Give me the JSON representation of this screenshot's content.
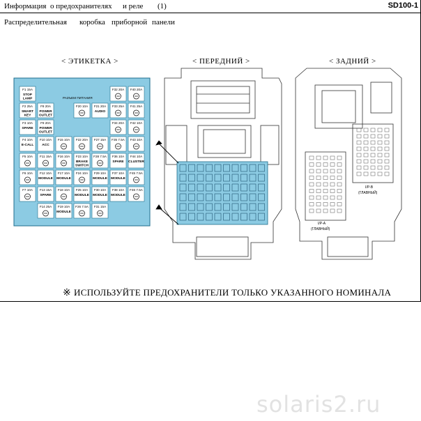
{
  "header": {
    "part1": "Информация",
    "part2": "о предохранителях",
    "part3": "и реле",
    "part4": "(1)",
    "code": "SD100-1"
  },
  "subtitle": {
    "w1": "Распределительная",
    "w2": "коробка",
    "w3": "приборной",
    "w4": "панели"
  },
  "sections": {
    "label": "< ЭТИКЕТКА >",
    "front": "< ПЕРЕДНИЙ >",
    "rear": "< ЗАДНИЙ >"
  },
  "label_panel": {
    "power_connector": "РАЗЪЕМ ПИТАНИЯ",
    "fuses": [
      {
        "col": 0,
        "row": 0,
        "title": "F1 15A",
        "text": "STOP LAMP",
        "kind": "text"
      },
      {
        "col": 0,
        "row": 1,
        "title": "F2 25A",
        "text": "SMART KEY",
        "kind": "text"
      },
      {
        "col": 0,
        "row": 2,
        "title": "F3 10A",
        "text": "SPARE",
        "kind": "text"
      },
      {
        "col": 0,
        "row": 3,
        "title": "F4 10A",
        "text": "E-CALL",
        "kind": "text"
      },
      {
        "col": 0,
        "row": 4,
        "title": "F5 10A",
        "text": "",
        "kind": "icon"
      },
      {
        "col": 0,
        "row": 5,
        "title": "F6 10A",
        "text": "",
        "kind": "icon"
      },
      {
        "col": 0,
        "row": 6,
        "title": "F7 10A",
        "text": "",
        "kind": "icon"
      },
      {
        "col": 1,
        "row": 1,
        "title": "F8 20A",
        "text": "POWER OUTLET",
        "kind": "text"
      },
      {
        "col": 1,
        "row": 2,
        "title": "F9 20A",
        "text": "POWER OUTLET",
        "kind": "text"
      },
      {
        "col": 1,
        "row": 3,
        "title": "F10 10A",
        "text": "ACC",
        "kind": "text"
      },
      {
        "col": 1,
        "row": 4,
        "title": "F11 15A",
        "text": "",
        "kind": "icon"
      },
      {
        "col": 1,
        "row": 5,
        "title": "F12 10A",
        "text": "MODULE",
        "kind": "text"
      },
      {
        "col": 1,
        "row": 6,
        "title": "F13 15A",
        "text": "SPARE",
        "kind": "text"
      },
      {
        "col": 1,
        "row": 7,
        "title": "F14 25A",
        "text": "",
        "kind": "icon"
      },
      {
        "col": 2,
        "row": 3,
        "title": "F15 10A",
        "text": "",
        "kind": "icon"
      },
      {
        "col": 2,
        "row": 4,
        "title": "F16 10A",
        "text": "",
        "kind": "icon"
      },
      {
        "col": 2,
        "row": 5,
        "title": "F17 10A",
        "text": "MODULE",
        "kind": "text"
      },
      {
        "col": 2,
        "row": 6,
        "title": "F18 10A",
        "text": "",
        "kind": "icon"
      },
      {
        "col": 2,
        "row": 7,
        "title": "F19 10A",
        "text": "MODULE",
        "kind": "text"
      },
      {
        "col": 3,
        "row": 1,
        "title": "F20 10A",
        "text": "",
        "kind": "icon"
      },
      {
        "col": 3,
        "row": 3,
        "title": "F22 20A",
        "text": "",
        "kind": "icon"
      },
      {
        "col": 3,
        "row": 4,
        "title": "F23 10A",
        "text": "BRAKE SWITCH",
        "kind": "text"
      },
      {
        "col": 3,
        "row": 5,
        "title": "F24 10A",
        "text": "",
        "kind": "icon"
      },
      {
        "col": 3,
        "row": 6,
        "title": "F25 10A",
        "text": "MODULE",
        "kind": "text"
      },
      {
        "col": 3,
        "row": 7,
        "title": "F26 7.5A",
        "text": "",
        "kind": "icon"
      },
      {
        "col": 4,
        "row": 1,
        "title": "F21 20A",
        "text": "AUDIO",
        "kind": "text"
      },
      {
        "col": 4,
        "row": 3,
        "title": "F27 15A",
        "text": "",
        "kind": "icon"
      },
      {
        "col": 4,
        "row": 4,
        "title": "F28 7.5A",
        "text": "",
        "kind": "icon"
      },
      {
        "col": 4,
        "row": 5,
        "title": "F29 10A",
        "text": "MODULE",
        "kind": "text"
      },
      {
        "col": 4,
        "row": 6,
        "title": "F30 10A",
        "text": "MODULE",
        "kind": "text"
      },
      {
        "col": 4,
        "row": 7,
        "title": "F31 15A",
        "text": "",
        "kind": "icon"
      },
      {
        "col": 5,
        "row": 0,
        "title": "F32 20A",
        "text": "",
        "kind": "icon"
      },
      {
        "col": 5,
        "row": 1,
        "title": "F33 25A",
        "text": "",
        "kind": "icon"
      },
      {
        "col": 5,
        "row": 2,
        "title": "F34 20A",
        "text": "",
        "kind": "icon"
      },
      {
        "col": 5,
        "row": 3,
        "title": "F35 7.5A",
        "text": "",
        "kind": "icon"
      },
      {
        "col": 5,
        "row": 4,
        "title": "F36 10A",
        "text": "SPARE",
        "kind": "text"
      },
      {
        "col": 5,
        "row": 5,
        "title": "F37 10A",
        "text": "MODULE",
        "kind": "text"
      },
      {
        "col": 5,
        "row": 6,
        "title": "F38 10A",
        "text": "MODULE",
        "kind": "text"
      },
      {
        "col": 6,
        "row": 0,
        "title": "F40 20A",
        "text": "",
        "kind": "icon"
      },
      {
        "col": 6,
        "row": 1,
        "title": "F41 25A",
        "text": "",
        "kind": "icon"
      },
      {
        "col": 6,
        "row": 2,
        "title": "F42 10A",
        "text": "",
        "kind": "icon"
      },
      {
        "col": 6,
        "row": 3,
        "title": "F43 10A",
        "text": "",
        "kind": "icon"
      },
      {
        "col": 6,
        "row": 4,
        "title": "F44 10A",
        "text": "CLUSTER",
        "kind": "text"
      },
      {
        "col": 6,
        "row": 5,
        "title": "F45 7.5A",
        "text": "",
        "kind": "icon"
      },
      {
        "col": 6,
        "row": 6,
        "title": "F46 7.5A",
        "text": "",
        "kind": "icon"
      }
    ]
  },
  "rear_labels": {
    "ipb": "I/P-B",
    "ipb_sub": "(ГЛАВНЫЙ)",
    "ipa": "I/P-A",
    "ipa_sub": "(ГЛАВНЫЙ)"
  },
  "note": {
    "mark": "※",
    "text": "ИСПОЛЬЗУЙТЕ  ПРЕДОХРАНИТЕЛИ  ТОЛЬКО  УКАЗАННОГО НОМИНАЛА"
  },
  "watermark": "solaris2.ru",
  "colors": {
    "label_bg": "#8ccbe3",
    "fuse_bg": "#ffffff",
    "highlight": "#8ccbe3"
  }
}
